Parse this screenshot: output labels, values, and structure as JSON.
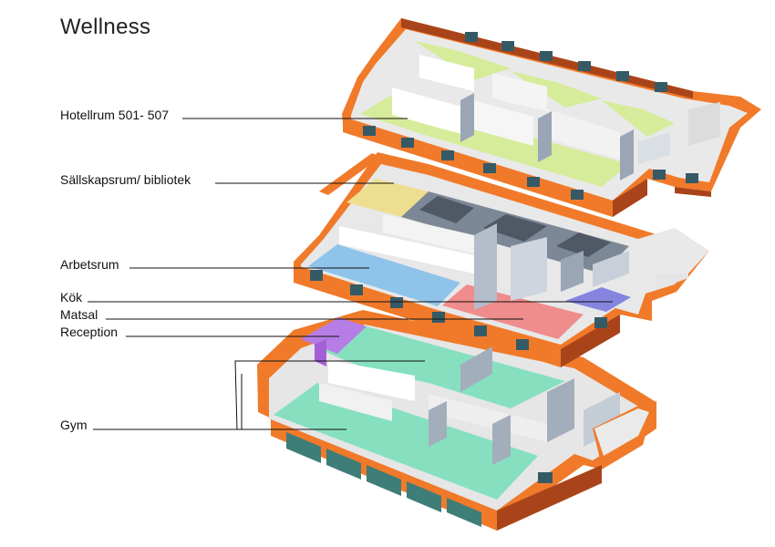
{
  "title": "Wellness",
  "labels": {
    "hotel": "Hotellrum 501- 507",
    "lounge": "Sällskapsrum/ bibliotek",
    "work": "Arbetsrum",
    "kitchen": "Kök",
    "dining": "Matsal",
    "reception": "Reception",
    "gym": "Gym"
  },
  "colors": {
    "wall_orange": "#f07a2a",
    "wall_dark": "#a9441a",
    "hotel_floor": "#d6ec9a",
    "lounge_floor": "#eede90",
    "work_floor": "#8ec3ea",
    "kitchen_floor": "#8585e0",
    "dining_floor": "#ef8c8c",
    "reception_floor": "#b67de6",
    "gym_floor": "#86e0bf",
    "interior_wall": "#eeeeee",
    "interior_shade": "#9aa6b6",
    "dark_room": "#5d6673"
  }
}
